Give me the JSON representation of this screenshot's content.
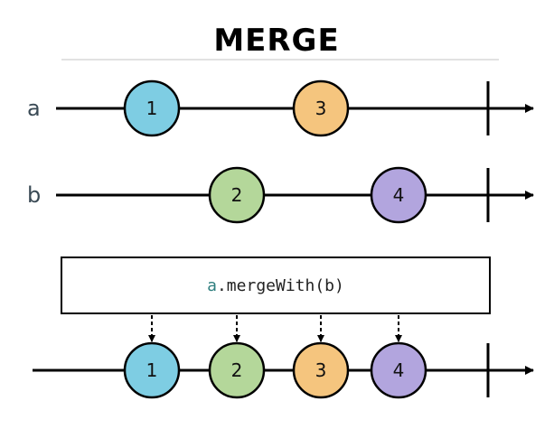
{
  "title": "MERGE",
  "streams": {
    "a": {
      "label": "a",
      "marbles": [
        {
          "value": "1",
          "color": "#7ecde3"
        },
        {
          "value": "3",
          "color": "#f5c57e"
        }
      ]
    },
    "b": {
      "label": "b",
      "marbles": [
        {
          "value": "2",
          "color": "#b4d79a"
        },
        {
          "value": "4",
          "color": "#b2a5de"
        }
      ]
    }
  },
  "operator": {
    "object": "a",
    "call": ".mergeWith(b)"
  },
  "output": {
    "marbles": [
      {
        "value": "1",
        "color": "#7ecde3"
      },
      {
        "value": "2",
        "color": "#b4d79a"
      },
      {
        "value": "3",
        "color": "#f5c57e"
      },
      {
        "value": "4",
        "color": "#b2a5de"
      }
    ]
  },
  "colors": {
    "line": "#000000",
    "divider": "#d8d8d8",
    "box_border": "#000000"
  }
}
